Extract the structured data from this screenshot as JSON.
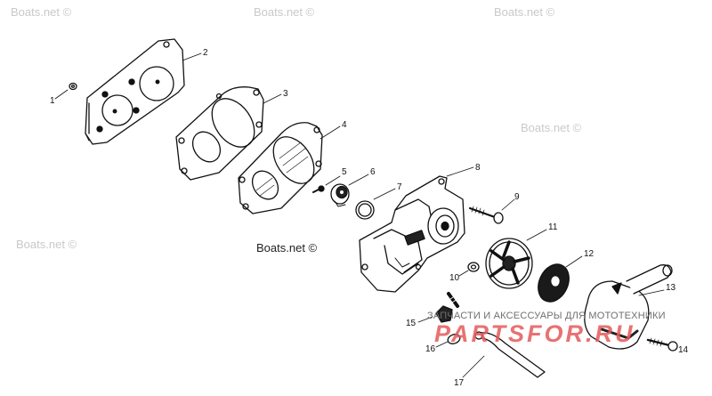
{
  "watermarks": {
    "top_left": "Boats.net ©",
    "top_mid": "Boats.net ©",
    "top_right": "Boats.net ©",
    "center": "Boats.net ©",
    "left": "Boats.net ©",
    "right_mid": "Boats.net ©"
  },
  "shop_banner": "ЗАПЧАСТИ И АКСЕССУАРЫ ДЛЯ МОТОТЕХНИКИ",
  "shop_logo": "PARTSFOR.RU",
  "part_labels": [
    "1",
    "2",
    "3",
    "4",
    "5",
    "6",
    "7",
    "8",
    "9",
    "10",
    "11",
    "12",
    "13",
    "14",
    "15",
    "16",
    "17"
  ],
  "colors": {
    "ink": "#111111",
    "watermark": "#c9c9c9",
    "logo": "#e45a5a"
  }
}
